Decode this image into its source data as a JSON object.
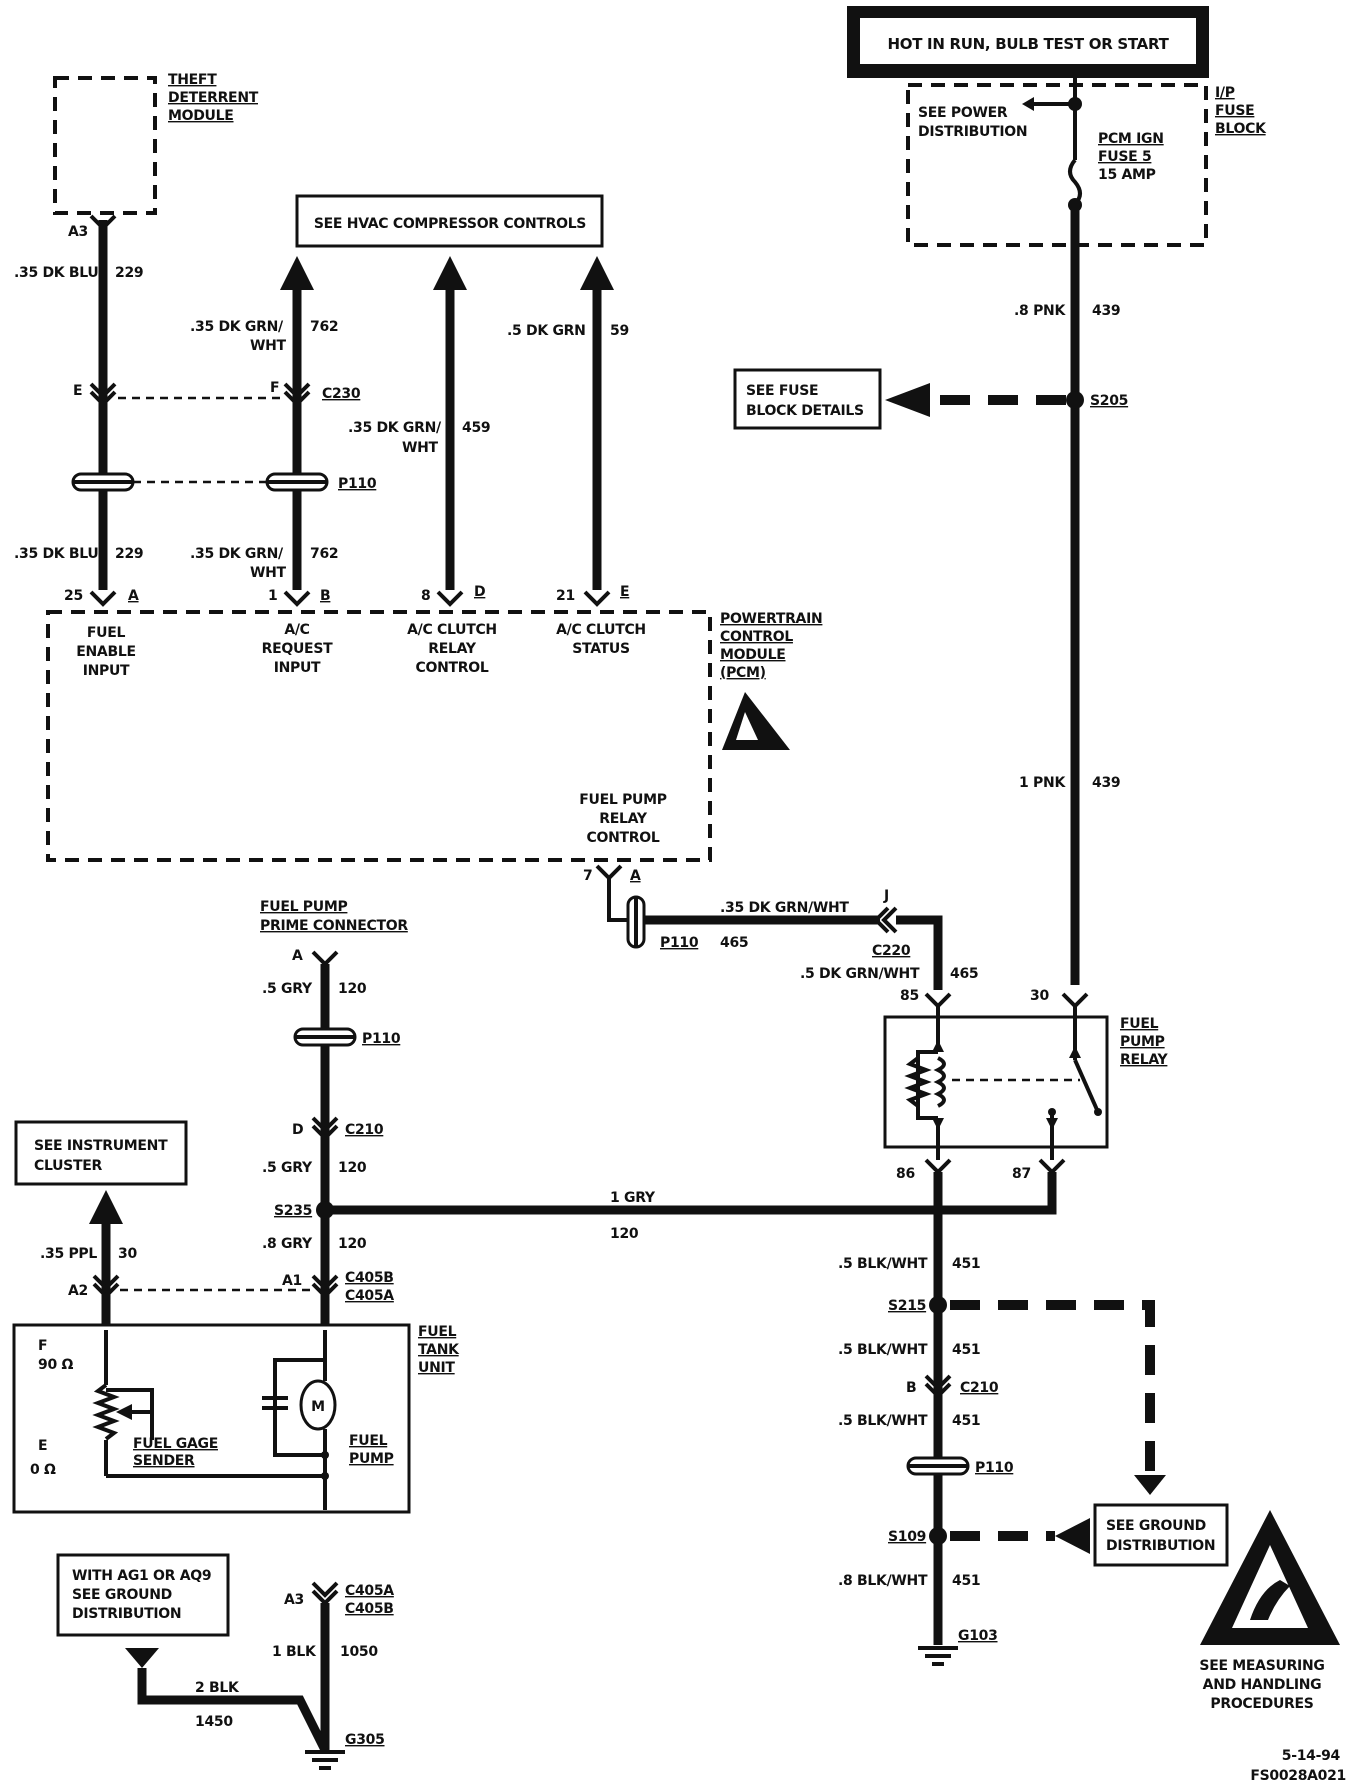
{
  "header": {
    "power_label": "HOT IN RUN, BULB TEST OR START"
  },
  "modules": {
    "theft_deterrent": [
      "THEFT",
      "DETERRENT",
      "MODULE"
    ],
    "pcm": [
      "POWERTRAIN",
      "CONTROL",
      "MODULE",
      "(PCM)"
    ],
    "ip_fuse_block": [
      "I/P",
      "FUSE",
      "BLOCK"
    ],
    "fuel_pump_relay": [
      "FUEL",
      "PUMP",
      "RELAY"
    ],
    "fuel_tank_unit": [
      "FUEL",
      "TANK",
      "UNIT"
    ]
  },
  "references": {
    "hvac": "SEE HVAC COMPRESSOR CONTROLS",
    "fuse_block_details": [
      "SEE FUSE",
      "BLOCK DETAILS"
    ],
    "power_distribution": [
      "SEE POWER",
      "DISTRIBUTION"
    ],
    "instrument_cluster": [
      "SEE INSTRUMENT",
      "CLUSTER"
    ],
    "ground_distribution": [
      "SEE GROUND",
      "DISTRIBUTION"
    ],
    "ag1_aq9": [
      "WITH AG1 OR AQ9",
      "SEE GROUND",
      "DISTRIBUTION"
    ],
    "measuring": [
      "SEE MEASURING",
      "AND HANDLING",
      "PROCEDURES"
    ]
  },
  "fuse": [
    "PCM IGN",
    "FUSE 5",
    "15 AMP"
  ],
  "pcm_inputs": {
    "fuel_enable": [
      "FUEL",
      "ENABLE",
      "INPUT"
    ],
    "ac_request": [
      "A/C",
      "REQUEST",
      "INPUT"
    ],
    "ac_clutch_relay": [
      "A/C CLUTCH",
      "RELAY",
      "CONTROL"
    ],
    "ac_clutch_status": [
      "A/C CLUTCH",
      "STATUS"
    ],
    "fuel_pump_relay_control": [
      "FUEL PUMP",
      "RELAY",
      "CONTROL"
    ]
  },
  "pins": {
    "p25": "25",
    "pA": "A",
    "p1": "1",
    "pB": "B",
    "p8": "8",
    "pD": "D",
    "p21": "21",
    "pE": "E",
    "p7": "7",
    "pA2": "A",
    "p85": "85",
    "p30": "30",
    "p86": "86",
    "p87": "87",
    "tdm_A3": "A3",
    "conn_E": "E",
    "conn_F": "F",
    "conn_J": "J",
    "prime_A": "A",
    "c210_D": "D",
    "c210_B": "B",
    "fuel_A2": "A2",
    "fuel_A1": "A1",
    "fuel_A3": "A3",
    "fuel_F": "F",
    "fuel_E": "E"
  },
  "wires": {
    "w229_top": [
      ".35 DK BLU",
      "229"
    ],
    "w229_bot": [
      ".35 DK BLU",
      "229"
    ],
    "w762_top": [
      ".35 DK GRN/",
      "WHT",
      "762"
    ],
    "w762_bot": [
      ".35 DK GRN/",
      "WHT",
      "762"
    ],
    "w459": [
      ".35 DK GRN/",
      "WHT",
      "459"
    ],
    "w59": [
      ".5 DK GRN",
      "59"
    ],
    "w439_top": [
      ".8 PNK",
      "439"
    ],
    "w439_mid": [
      "1 PNK",
      "439"
    ],
    "w465_a": [
      ".35 DK GRN/WHT",
      "465"
    ],
    "w465_b": [
      ".5 DK GRN/WHT",
      "465"
    ],
    "w120_a": [
      ".5 GRY",
      "120"
    ],
    "w120_b": [
      ".5 GRY",
      "120"
    ],
    "w120_c": [
      ".8 GRY",
      "120"
    ],
    "w120_gry": [
      "1 GRY",
      "120"
    ],
    "w30": [
      ".35 PPL",
      "30"
    ],
    "w451_a": [
      ".5 BLK/WHT",
      "451"
    ],
    "w451_b": [
      ".5 BLK/WHT",
      "451"
    ],
    "w451_c": [
      ".5 BLK/WHT",
      "451"
    ],
    "w451_d": [
      ".8 BLK/WHT",
      "451"
    ],
    "w1050": [
      "1 BLK",
      "1050"
    ],
    "w1450": [
      "2 BLK",
      "1450"
    ]
  },
  "connectors": {
    "C230": "C230",
    "P110_a": "P110",
    "P110_b": "P110",
    "P110_c": "P110",
    "P110_d": "P110",
    "C220": "C220",
    "C210_a": "C210",
    "C210_b": "C210",
    "C405B_a": "C405B",
    "C405A_a": "C405A",
    "C405A_b": "C405A",
    "C405B_b": "C405B"
  },
  "splices": {
    "S205": "S205",
    "S235": "S235",
    "S215": "S215",
    "S109": "S109"
  },
  "grounds": {
    "G103": "G103",
    "G305": "G305"
  },
  "fuel_sender": {
    "resist_f": "90 Ω",
    "resist_e": "0 Ω",
    "gage_label": [
      "FUEL GAGE",
      "SENDER"
    ],
    "pump_label": [
      "FUEL",
      "PUMP"
    ],
    "motor": "M"
  },
  "footer": {
    "date": "5-14-94",
    "code": "FS0028A021"
  }
}
